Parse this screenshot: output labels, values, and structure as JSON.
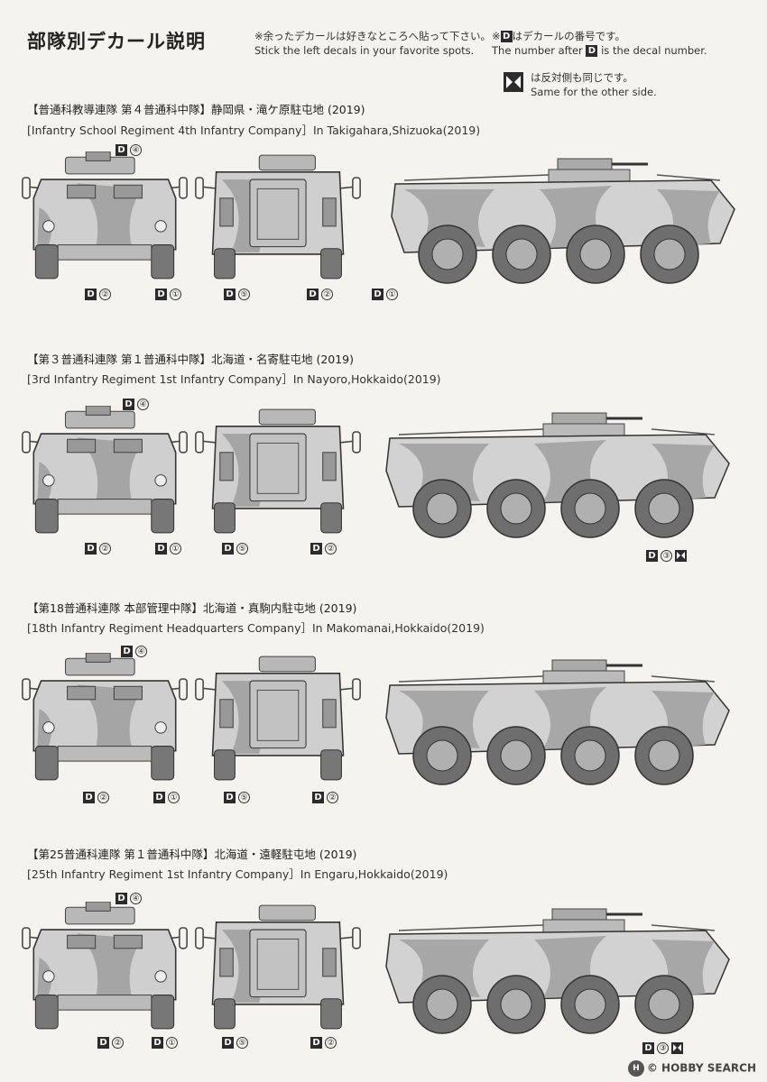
{
  "header": {
    "title": "部隊別デカール説明",
    "note_left_jp": "※余ったデカールは好きなところへ貼って下さい。",
    "note_left_en": "Stick the left decals in your favorite spots.",
    "note_right_jp_pre": "※",
    "note_right_jp_post": "はデカールの番号です。",
    "note_right_en_pre": "The number after",
    "note_right_en_post": "is the decal number.",
    "mirror_jp": "は反対側も同じです。",
    "mirror_en": "Same for the other side.",
    "d_letter": "D"
  },
  "sections": [
    {
      "title_jp": "【普通科教導連隊 第４普通科中隊】静岡県・滝ケ原駐屯地 (2019)",
      "title_en": "[Infantry School Regiment 4th Infantry Company］In Takigahara,Shizuoka(2019)",
      "front_labels": [
        "④",
        "②",
        "①"
      ],
      "rear_labels": [
        "⑤",
        "②",
        "①"
      ],
      "side_labels": []
    },
    {
      "title_jp": "【第３普通科連隊 第１普通科中隊】北海道・名寄駐屯地 (2019)",
      "title_en": "[3rd Infantry Regiment 1st Infantry Company］In Nayoro,Hokkaido(2019)",
      "front_labels": [
        "④",
        "②",
        "①"
      ],
      "rear_labels": [
        "⑤",
        "②"
      ],
      "side_labels": [
        "③"
      ]
    },
    {
      "title_jp": "【第18普通科連隊 本部管理中隊】北海道・真駒内駐屯地 (2019)",
      "title_en": "[18th Infantry Regiment Headquarters Company］In Makomanai,Hokkaido(2019)",
      "front_labels": [
        "④",
        "②",
        "①"
      ],
      "rear_labels": [
        "⑤",
        "②"
      ],
      "side_labels": []
    },
    {
      "title_jp": "【第25普通科連隊 第１普通科中隊】北海道・遠軽駐屯地 (2019)",
      "title_en": "[25th Infantry Regiment 1st Infantry Company］In Engaru,Hokkaido(2019)",
      "front_labels": [
        "④",
        "②",
        "①"
      ],
      "rear_labels": [
        "⑤",
        "②"
      ],
      "side_labels": [
        "③"
      ]
    }
  ],
  "watermark": {
    "badge": "H",
    "text": "© HOBBY SEARCH"
  }
}
